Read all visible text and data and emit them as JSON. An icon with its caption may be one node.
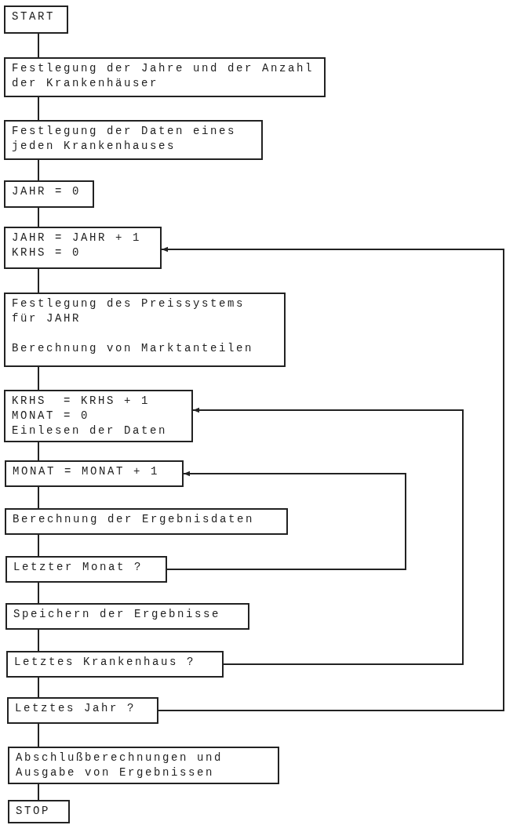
{
  "diagram": {
    "nodes": [
      {
        "text": [
          "START"
        ]
      },
      {
        "text": [
          "Festlegung der Jahre und der Anzahl der Krankenhäuser"
        ]
      },
      {
        "text": [
          "Festlegung der Daten eines jeden Krankenhauses"
        ]
      },
      {
        "text": [
          "JAHR = 0"
        ]
      },
      {
        "text": [
          "JAHR = JAHR + 1",
          "KRHS = 0"
        ]
      },
      {
        "text": [
          "Festlegung des Preissystems für JAHR",
          "Berechnung von Marktanteilen"
        ]
      },
      {
        "text": [
          "KRHS  = KRHS + 1",
          "MONAT = 0",
          "Einlesen der Daten"
        ]
      },
      {
        "text": [
          "MONAT = MONAT + 1"
        ]
      },
      {
        "text": [
          "Berechnung der Ergebnisdaten"
        ]
      },
      {
        "text": [
          "Letzter Monat ?"
        ]
      },
      {
        "text": [
          "Speichern der Ergebnisse"
        ]
      },
      {
        "text": [
          "Letztes Krankenhaus ?"
        ]
      },
      {
        "text": [
          "Letztes Jahr ?"
        ]
      },
      {
        "text": [
          "Abschlußberechnungen und Ausgabe von Ergebnissen"
        ]
      },
      {
        "text": [
          "STOP"
        ]
      }
    ],
    "edges": [
      {
        "from": 0,
        "to": 1,
        "arrow": "none"
      },
      {
        "from": 1,
        "to": 2,
        "arrow": "none"
      },
      {
        "from": 2,
        "to": 3,
        "arrow": "none"
      },
      {
        "from": 3,
        "to": 4,
        "arrow": "none"
      },
      {
        "from": 4,
        "to": 5,
        "arrow": "none"
      },
      {
        "from": 5,
        "to": 6,
        "arrow": "none"
      },
      {
        "from": 6,
        "to": 7,
        "arrow": "none"
      },
      {
        "from": 7,
        "to": 8,
        "arrow": "none"
      },
      {
        "from": 8,
        "to": 9,
        "arrow": "none"
      },
      {
        "from": 9,
        "to": 10,
        "arrow": "none"
      },
      {
        "from": 10,
        "to": 11,
        "arrow": "none"
      },
      {
        "from": 11,
        "to": 12,
        "arrow": "none"
      },
      {
        "from": 12,
        "to": 13,
        "arrow": "none"
      },
      {
        "from": 13,
        "to": 14,
        "arrow": "none"
      },
      {
        "from": 9,
        "to": 7,
        "arrow": "to"
      },
      {
        "from": 11,
        "to": 6,
        "arrow": "to"
      },
      {
        "from": 12,
        "to": 4,
        "arrow": "to"
      }
    ]
  }
}
